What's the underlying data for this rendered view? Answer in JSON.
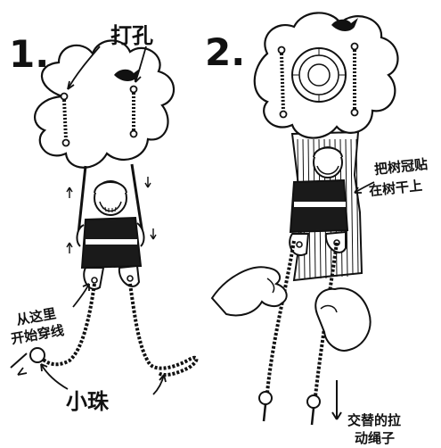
{
  "steps": {
    "one": "1.",
    "two": "2."
  },
  "labels": {
    "punch_holes": "打孔",
    "start_threading_line1": "从这里",
    "start_threading_line2": "开始穿线",
    "bead": "小珠",
    "stick_crown_line1": "把树冠贴",
    "stick_crown_line2": "在树干上",
    "alternate_pull_line1": "交替的拉",
    "alternate_pull_line2": "动绳子"
  },
  "colors": {
    "ink": "#111111",
    "paper": "#ffffff",
    "body_dark": "#1a1a1a"
  }
}
